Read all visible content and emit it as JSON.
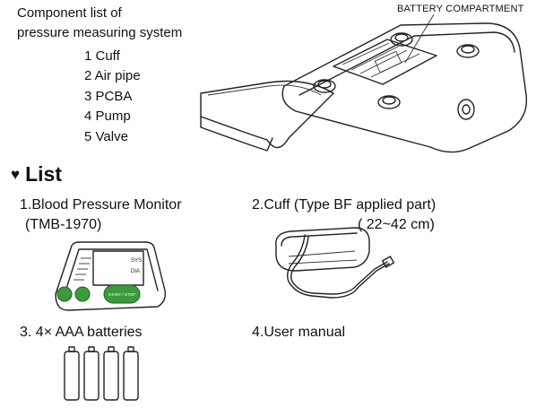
{
  "header": {
    "intro_line1": "Component list of",
    "intro_line2": "pressure measuring system",
    "components": [
      "1 Cuff",
      "2 Air pipe",
      "3 PCBA",
      "4 Pump",
      "5 Valve"
    ],
    "battery_label": "BATTERY COMPARTMENT"
  },
  "list": {
    "heading": "List",
    "heading_icon": "heart-icon",
    "items": [
      {
        "line1": "1.Blood Pressure Monitor",
        "line2": "(TMB-1970)"
      },
      {
        "line1": "2.Cuff  (Type BF applied part)",
        "line2": "( 22~42 cm)"
      },
      {
        "line1": "3. 4× AAA batteries"
      },
      {
        "line1": "4.User manual"
      }
    ]
  },
  "monitor_screen": {
    "labels": [
      "SYS",
      "DIA"
    ],
    "button_label": "START / STOP"
  },
  "colors": {
    "accent_green": "#3c9a3c",
    "ink": "#222222"
  }
}
